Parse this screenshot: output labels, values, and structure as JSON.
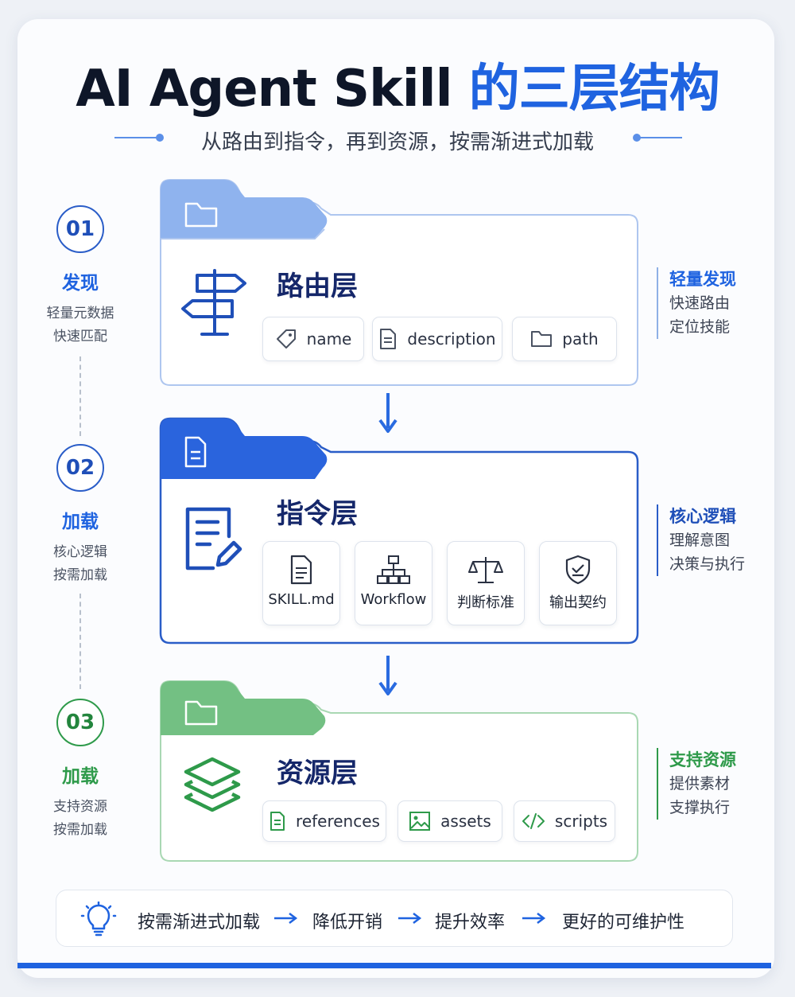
{
  "title": {
    "part1": "AI Agent Skill",
    "part2": "的三层结构"
  },
  "subtitle": "从路由到指令，再到资源，按需渐进式加载",
  "colors": {
    "blue": "#1f63e0",
    "navy": "#15276a",
    "green": "#2e9a4a",
    "light_blue": "#6f9fee"
  },
  "steps": [
    {
      "number": "01",
      "title": "发现",
      "desc": [
        "轻量元数据",
        "快速匹配"
      ]
    },
    {
      "number": "02",
      "title": "加载",
      "desc": [
        "核心逻辑",
        "按需加载"
      ]
    },
    {
      "number": "03",
      "title": "加载",
      "desc": [
        "支持资源",
        "按需加载"
      ]
    }
  ],
  "layers": [
    {
      "title": "路由层",
      "icon": "signpost-icon",
      "items": [
        {
          "label": "name",
          "icon": "tag-icon"
        },
        {
          "label": "description",
          "icon": "document-icon"
        },
        {
          "label": "path",
          "icon": "folder-icon"
        }
      ],
      "note": {
        "title": "轻量发现",
        "lines": [
          "快速路由",
          "定位技能"
        ]
      }
    },
    {
      "title": "指令层",
      "icon": "edit-document-icon",
      "items": [
        {
          "label": "SKILL.md",
          "icon": "document-icon"
        },
        {
          "label": "Workflow",
          "icon": "workflow-icon"
        },
        {
          "label": "判断标准",
          "icon": "scale-icon"
        },
        {
          "label": "输出契约",
          "icon": "shield-check-icon"
        }
      ],
      "note": {
        "title": "核心逻辑",
        "lines": [
          "理解意图",
          "决策与执行"
        ]
      }
    },
    {
      "title": "资源层",
      "icon": "layers-icon",
      "items": [
        {
          "label": "references",
          "icon": "document-icon"
        },
        {
          "label": "assets",
          "icon": "image-icon"
        },
        {
          "label": "scripts",
          "icon": "code-icon"
        }
      ],
      "note": {
        "title": "支持资源",
        "lines": [
          "提供素材",
          "支撑执行"
        ]
      }
    }
  ],
  "bottom": {
    "icon": "lightbulb-icon",
    "items": [
      "按需渐进式加载",
      "降低开销",
      "提升效率",
      "更好的可维护性"
    ]
  }
}
